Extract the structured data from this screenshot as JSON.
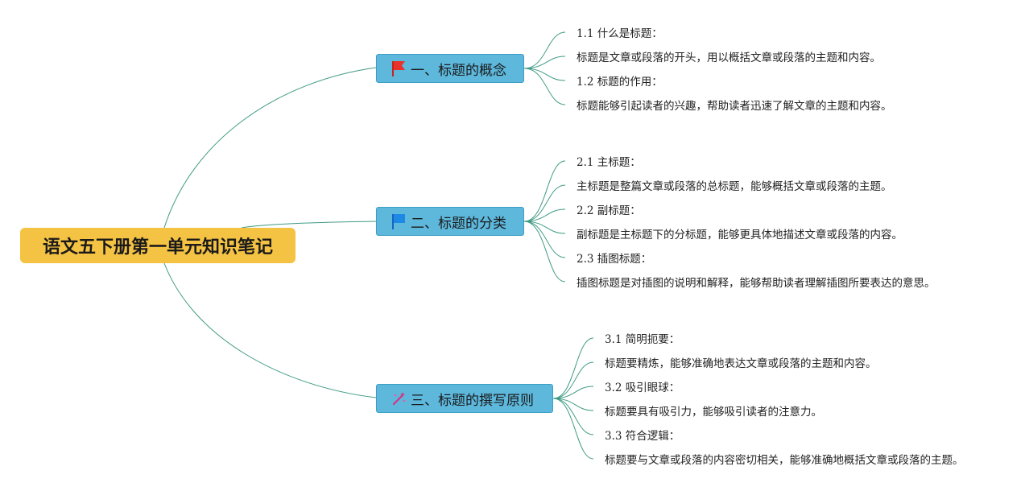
{
  "root": {
    "label": "语文五下册第一单元知识笔记"
  },
  "branches": [
    {
      "label": "一、标题的概念",
      "icon": "red-flag-icon",
      "color": "#e8322b",
      "leaves": [
        "1.1 什么是标题：",
        "标题是文章或段落的开头，用以概括文章或段落的主题和内容。",
        "1.2 标题的作用：",
        "标题能够引起读者的兴趣，帮助读者迅速了解文章的主题和内容。"
      ]
    },
    {
      "label": "二、标题的分类",
      "icon": "blue-flag-icon",
      "color": "#1e88e5",
      "leaves": [
        "2.1 主标题：",
        "主标题是整篇文章或段落的总标题，能够概括文章或段落的主题。",
        "2.2 副标题：",
        "副标题是主标题下的分标题，能够更具体地描述文章或段落的内容。",
        "2.3 插图标题：",
        "插图标题是对插图的说明和解释，能够帮助读者理解插图所要表达的意思。"
      ]
    },
    {
      "label": "三、标题的撰写原则",
      "icon": "magic-wand-icon",
      "color": "#d63384",
      "leaves": [
        "3.1 简明扼要：",
        "标题要精炼，能够准确地表达文章或段落的主题和内容。",
        "3.2 吸引眼球：",
        "标题要具有吸引力，能够吸引读者的注意力。",
        "3.3 符合逻辑：",
        "标题要与文章或段落的内容密切相关，能够准确地概括文章或段落的主题。"
      ]
    }
  ],
  "colors": {
    "root_fill": "#f5c343",
    "branch_fill": "#5db8dc",
    "connector": "#3f9a83"
  }
}
